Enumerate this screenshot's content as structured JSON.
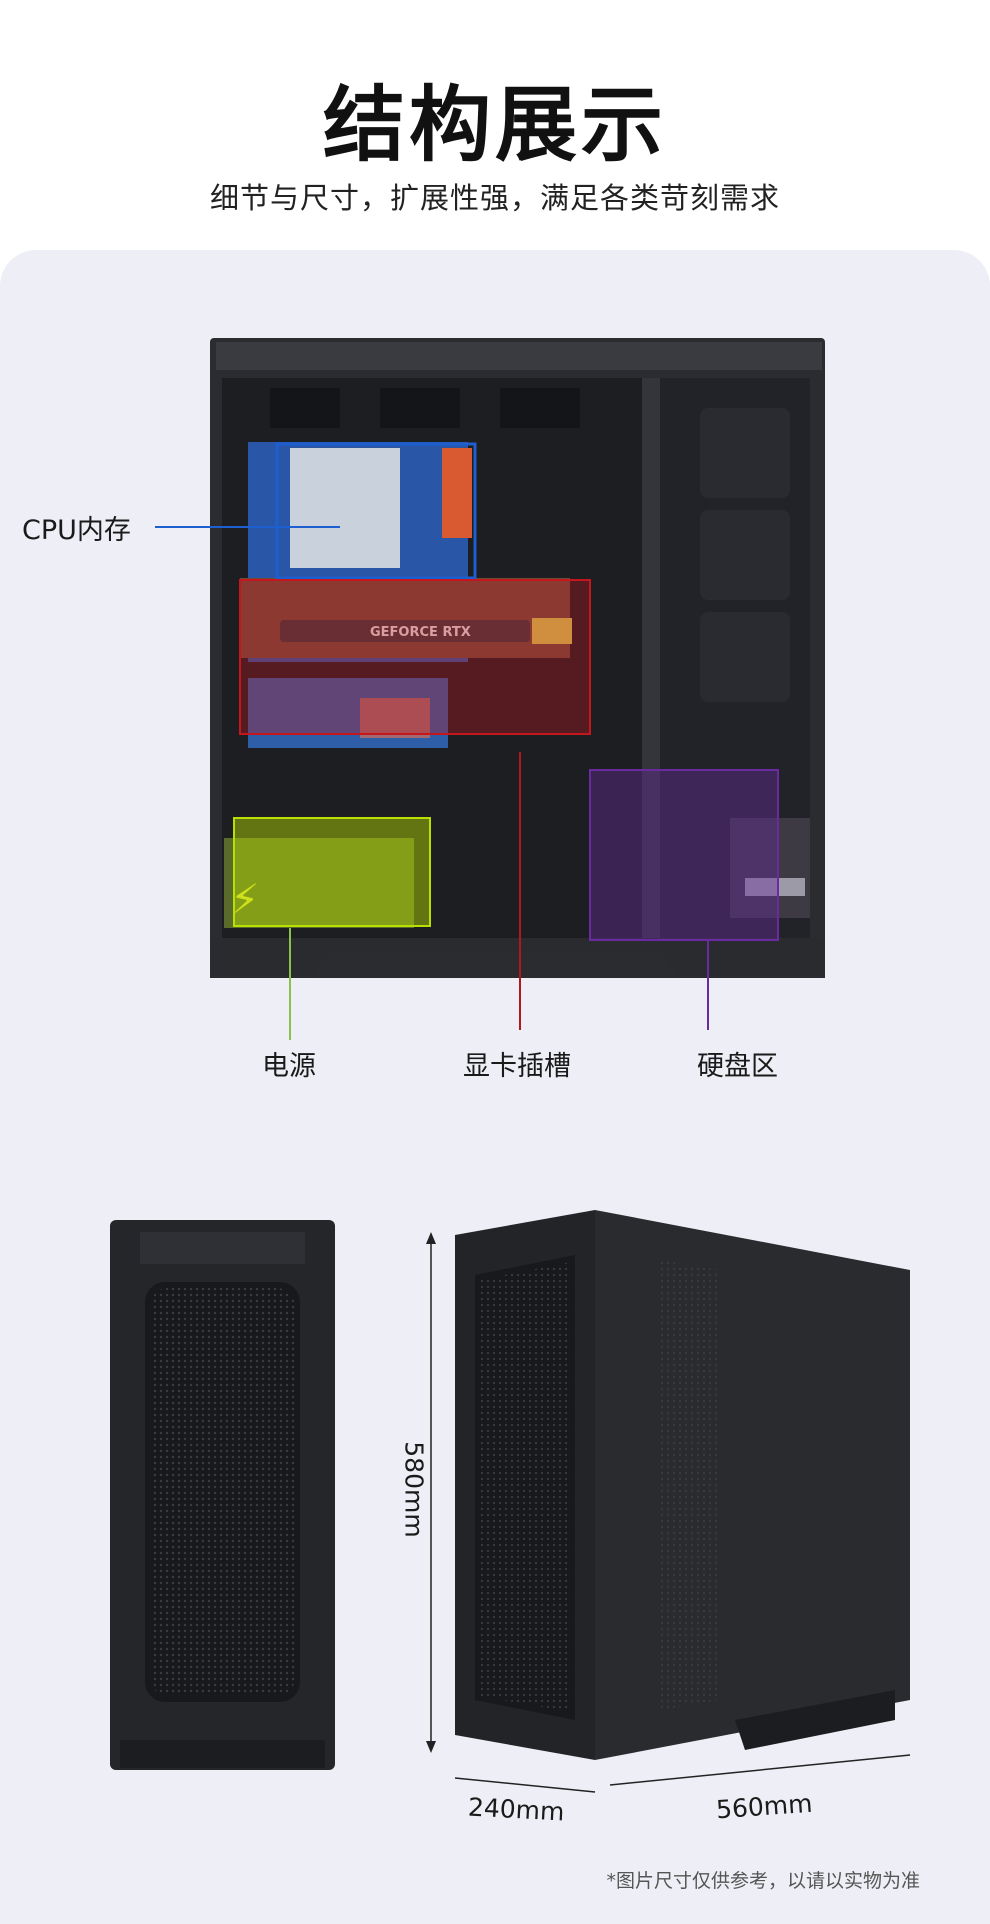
{
  "header": {
    "title": "结构展示",
    "subtitle": "细节与尺寸，扩展性强，满足各类苛刻需求"
  },
  "structure": {
    "labels": {
      "cpu": "CPU内存",
      "psu": "电源",
      "gpu": "显卡插槽",
      "hdd": "硬盘区"
    },
    "gpu_text": "GEFORCE RTX",
    "colors": {
      "cpu": "#1e5fd0",
      "gpu": "#c4161c",
      "psu": "#b8e000",
      "hdd": "#6a2aa0"
    }
  },
  "dimensions": {
    "height": "580mm",
    "depth": "240mm",
    "length": "560mm"
  },
  "footnote": "*图片尺寸仅供参考，以请以实物为准"
}
